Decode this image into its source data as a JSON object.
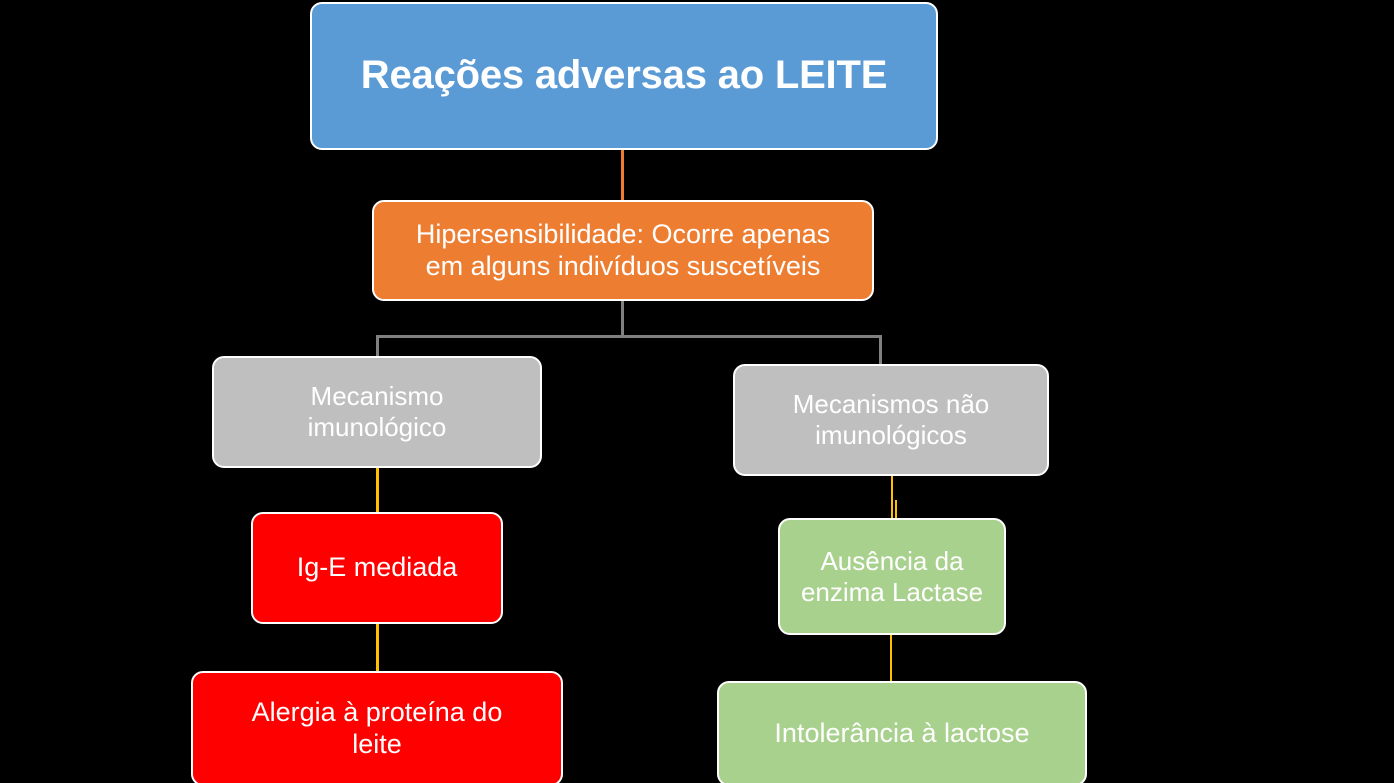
{
  "diagram": {
    "title_node": {
      "label": "Reações adversas ao LEITE",
      "color": "#5B9BD5",
      "text_color": "#FFFFFF"
    },
    "nodes": [
      {
        "id": "hipersensibilidade",
        "label": "Hipersensibilidade: Ocorre apenas\nem alguns indivíduos suscetíveis",
        "color": "#ED7D31",
        "text_color": "#FFFFFF"
      },
      {
        "id": "mecanismo-imunologico",
        "label": "Mecanismo\nimunológico",
        "color": "#BFBFBF",
        "text_color": "#FFFFFF"
      },
      {
        "id": "mecanismos-nao-imunologicos",
        "label": "Mecanismos não\nimunológicos",
        "color": "#BFBFBF",
        "text_color": "#FFFFFF"
      },
      {
        "id": "ig-e-mediada",
        "label": "Ig-E mediada",
        "color": "#FF0000",
        "text_color": "#FFFFFF"
      },
      {
        "id": "ausencia-enzima-lactase",
        "label": "Ausência da\nenzima Lactase",
        "color": "#A9D18E",
        "text_color": "#FFFFFF"
      },
      {
        "id": "alergia-proteina-leite",
        "label": "Alergia à proteína do\nleite",
        "color": "#FF0000",
        "text_color": "#FFFFFF"
      },
      {
        "id": "intolerancia-lactose",
        "label": "Intolerância à lactose",
        "color": "#A9D18E",
        "text_color": "#FFFFFF"
      }
    ],
    "connector_colors": {
      "title_to_hipersensibilidade": "#ED7D31",
      "hipersensibilidade_split": "#808080",
      "branch_gold": "#FFC000"
    },
    "background_color": "#000000"
  }
}
